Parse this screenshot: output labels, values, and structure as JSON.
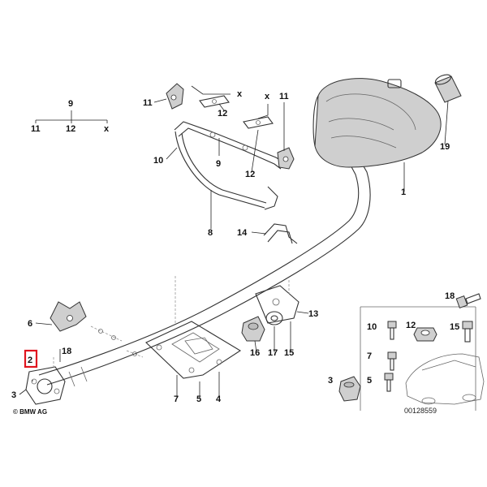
{
  "callouts": {
    "c1": "1",
    "c2": "2",
    "c3a": "3",
    "c3b": "3",
    "c4": "4",
    "c5a": "5",
    "c5b": "5",
    "c6": "6",
    "c7a": "7",
    "c7b": "7",
    "c8": "8",
    "c9a": "9",
    "c9b": "9",
    "c10a": "10",
    "c10b": "10",
    "c11a": "11",
    "c11b": "11",
    "c11c": "11",
    "c12a": "12",
    "c12b": "12",
    "c12c": "12",
    "c12d": "12",
    "c13": "13",
    "c14": "14",
    "c15a": "15",
    "c15b": "15",
    "c16": "16",
    "c17": "17",
    "c18a": "18",
    "c18b": "18",
    "c19": "19",
    "xa": "x",
    "xb": "x",
    "xc": "x"
  },
  "copyright": "© BMW AG",
  "reference": "00128559",
  "highlight_color": "#e0141e"
}
